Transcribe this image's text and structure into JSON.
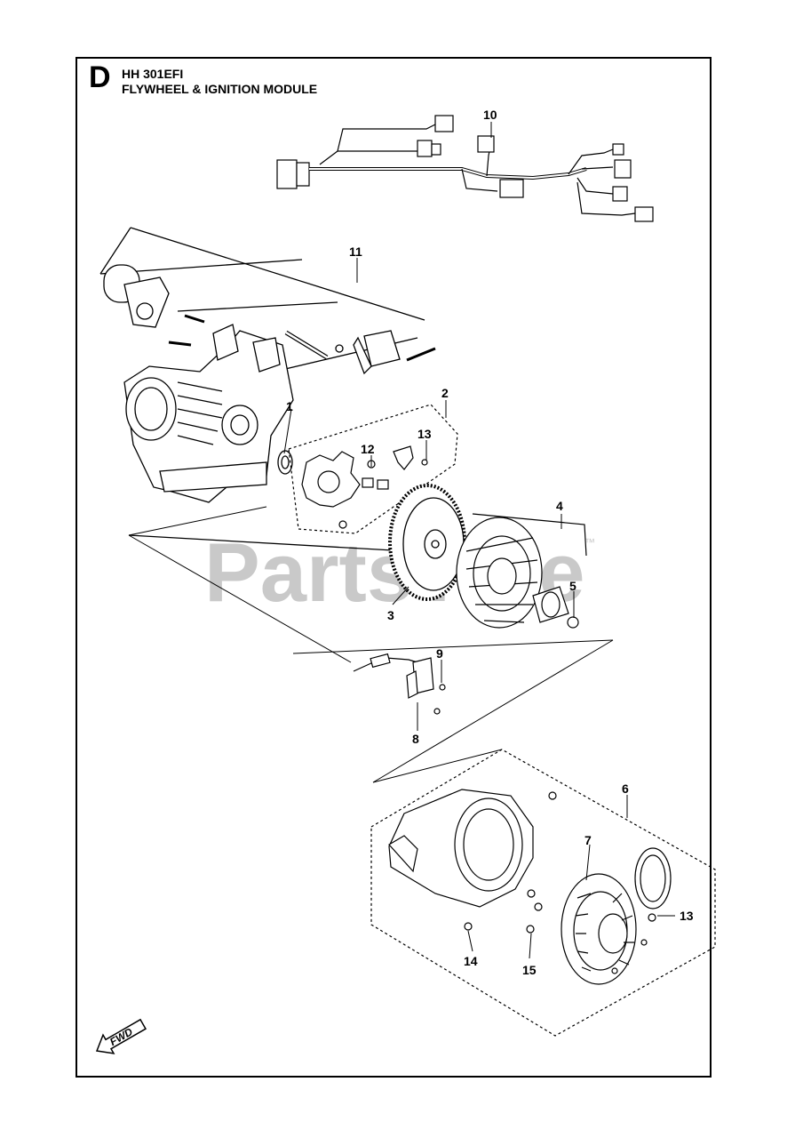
{
  "header": {
    "section_letter": "D",
    "model": "HH 301EFI",
    "title": "FLYWHEEL & IGNITION MODULE"
  },
  "watermark": {
    "text": "PartsTree",
    "trademark": "™"
  },
  "fwd_label": "FWD",
  "callouts": {
    "c1": "1",
    "c2": "2",
    "c3": "3",
    "c4": "4",
    "c5": "5",
    "c6": "6",
    "c7": "7",
    "c8": "8",
    "c9": "9",
    "c10": "10",
    "c11": "11",
    "c12": "12",
    "c13a": "13",
    "c13b": "13",
    "c14": "14",
    "c15": "15"
  },
  "colors": {
    "line": "#000000",
    "watermark": "#c9c9c9"
  }
}
